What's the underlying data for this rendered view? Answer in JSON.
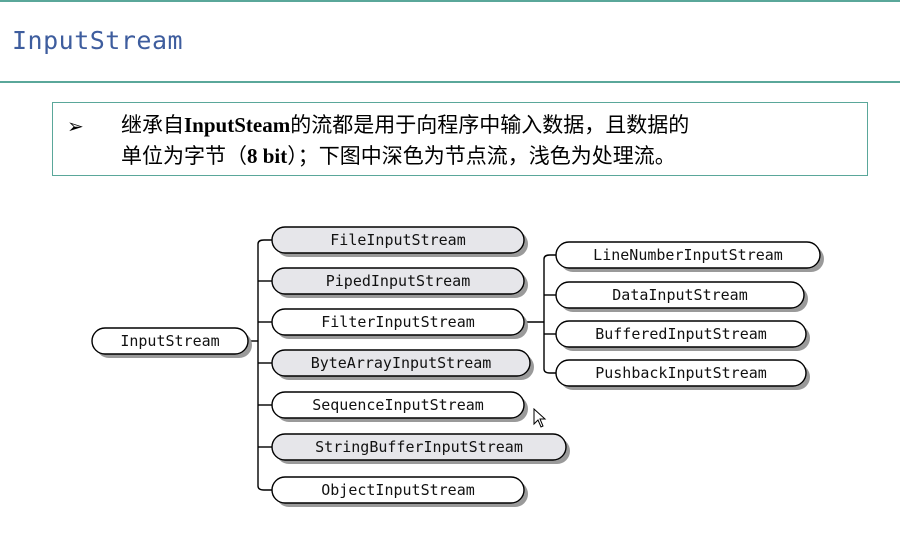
{
  "title": "InputStream",
  "note": {
    "bullet": "➢",
    "line1_a": "继承自",
    "line1_b": "InputSteam",
    "line1_c": "的流都是用于向程序中输入数据，且数据的",
    "line2_a": "单位为字节（",
    "line2_b": "8 bit",
    "line2_c": "）；下图中深色为节点流，浅色为处理流。"
  },
  "diagram": {
    "root": {
      "id": "inputstream",
      "label": "InputStream",
      "style": "light"
    },
    "children": [
      {
        "id": "fileinputstream",
        "label": "FileInputStream",
        "style": "dark"
      },
      {
        "id": "pipedinputstream",
        "label": "PipedInputStream",
        "style": "dark"
      },
      {
        "id": "filterinputstream",
        "label": "FilterInputStream",
        "style": "light"
      },
      {
        "id": "bytearrayinputstream",
        "label": "ByteArrayInputStream",
        "style": "dark"
      },
      {
        "id": "sequenceinputstream",
        "label": "SequenceInputStream",
        "style": "light"
      },
      {
        "id": "stringbufferinputstream",
        "label": "StringBufferInputStream",
        "style": "dark"
      },
      {
        "id": "objectinputstream",
        "label": "ObjectInputStream",
        "style": "light"
      }
    ],
    "filter_children": [
      {
        "id": "linenumberinputstream",
        "label": "LineNumberInputStream",
        "style": "light"
      },
      {
        "id": "datainputstream",
        "label": "DataInputStream",
        "style": "light"
      },
      {
        "id": "bufferedinputstream",
        "label": "BufferedInputStream",
        "style": "light"
      },
      {
        "id": "pushbackinputstream",
        "label": "PushbackInputStream",
        "style": "light"
      }
    ],
    "colors": {
      "dark_fill": "#e6e6ea",
      "light_fill": "#ffffff",
      "stroke": "#000000",
      "shadow": "#9a9a9a"
    }
  }
}
